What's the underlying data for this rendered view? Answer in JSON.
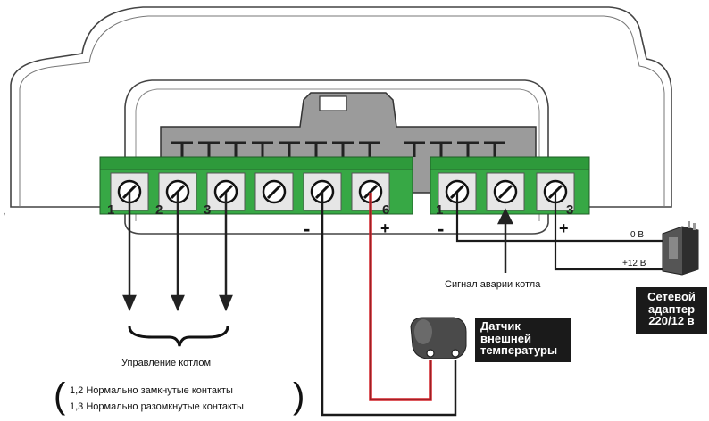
{
  "colors": {
    "terminal_green": "#2e9a3b",
    "wire_red": "#d2232a",
    "wire_black": "#1a1a1a",
    "label_box": "#1a1a1a"
  },
  "terminal_block_left": {
    "numbers": [
      "1",
      "2",
      "3",
      "6"
    ],
    "polarity_minus": "-",
    "polarity_plus": "+"
  },
  "terminal_block_right": {
    "numbers": [
      "1",
      "3"
    ],
    "polarity_minus": "-",
    "polarity_plus": "+"
  },
  "labels": {
    "zero_v": "0 В",
    "plus12_v": "+12 В",
    "alarm_signal": "Сигнал аварии котла",
    "boiler_control": "Управление котлом",
    "note_line1": "1,2 Нормально замкнутые контакты",
    "note_line2": "1,3 Нормально разомкнутые контакты"
  },
  "sensor_label": [
    "Датчик",
    "внешней",
    "температуры"
  ],
  "adapter_label": [
    "Сетевой",
    "адаптер",
    "220/12 в"
  ],
  "icons": [
    "screw-terminal-icon",
    "temperature-sensor-icon",
    "power-adapter-icon"
  ]
}
